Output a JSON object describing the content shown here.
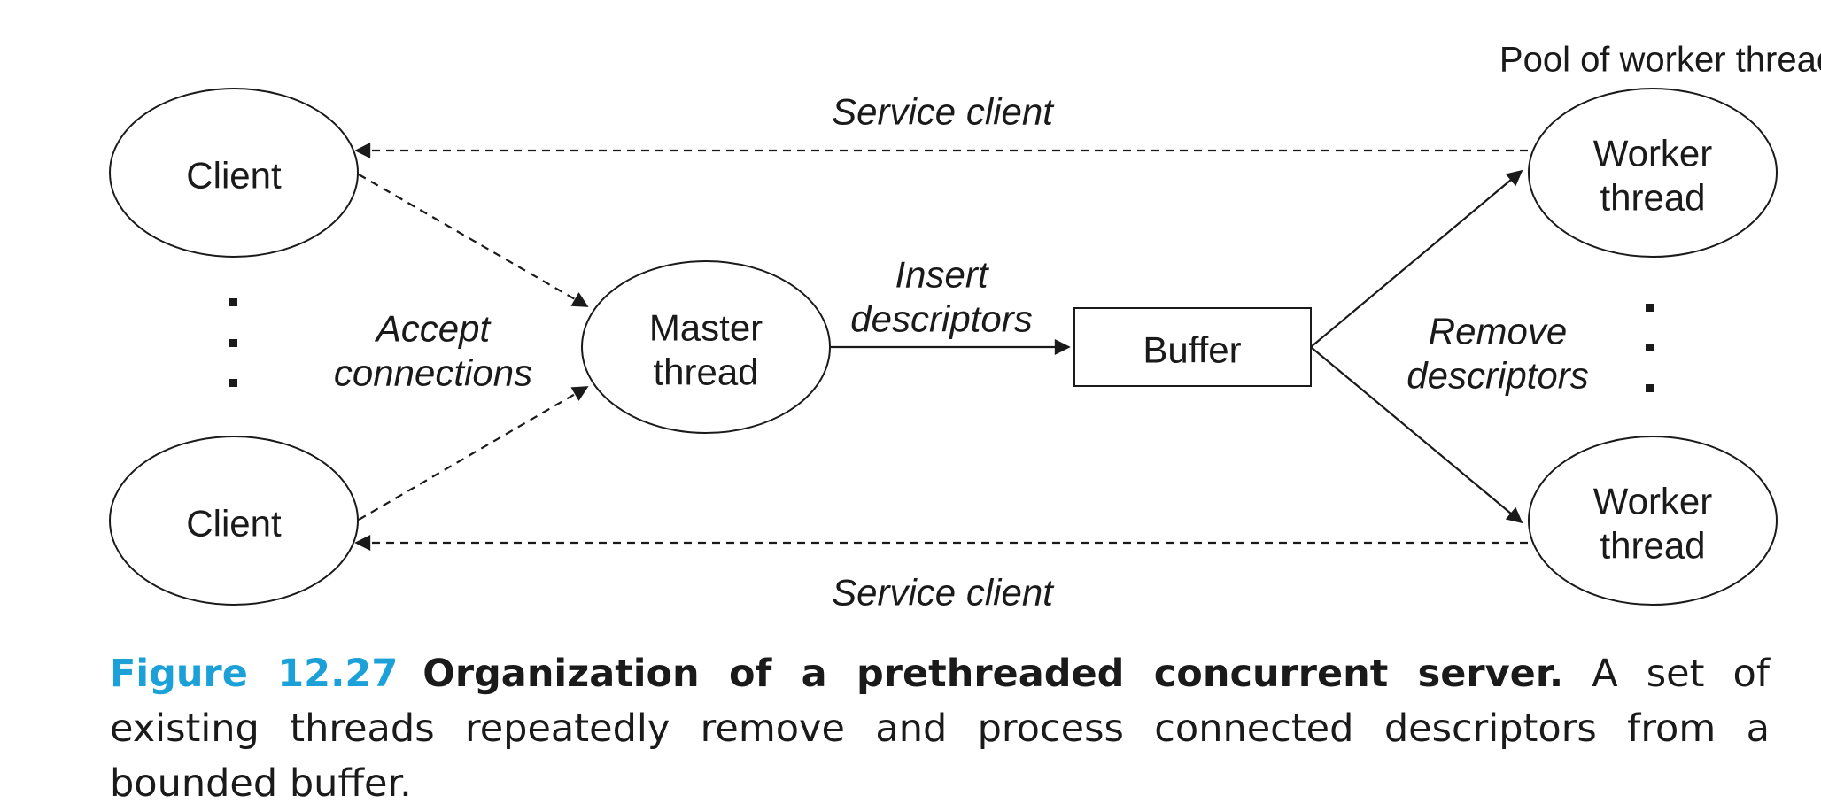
{
  "diagram": {
    "pool_label": "Pool of worker threads",
    "nodes": {
      "client_top": [
        "Client"
      ],
      "client_bottom": [
        "Client"
      ],
      "master": [
        "Master",
        "thread"
      ],
      "buffer": [
        "Buffer"
      ],
      "worker_top": [
        "Worker",
        "thread"
      ],
      "worker_bottom": [
        "Worker",
        "thread"
      ]
    },
    "edge_labels": {
      "service_top": [
        "Service client"
      ],
      "service_bottom": [
        "Service client"
      ],
      "accept": [
        "Accept",
        "connections"
      ],
      "insert": [
        "Insert",
        "descriptors"
      ],
      "remove": [
        "Remove",
        "descriptors"
      ]
    }
  },
  "caption": {
    "figure_number": "Figure 12.27",
    "title": "Organization of a prethreaded concurrent server.",
    "text": "A set of existing threads repeatedly remove and process connected descriptors from a bounded buffer."
  }
}
